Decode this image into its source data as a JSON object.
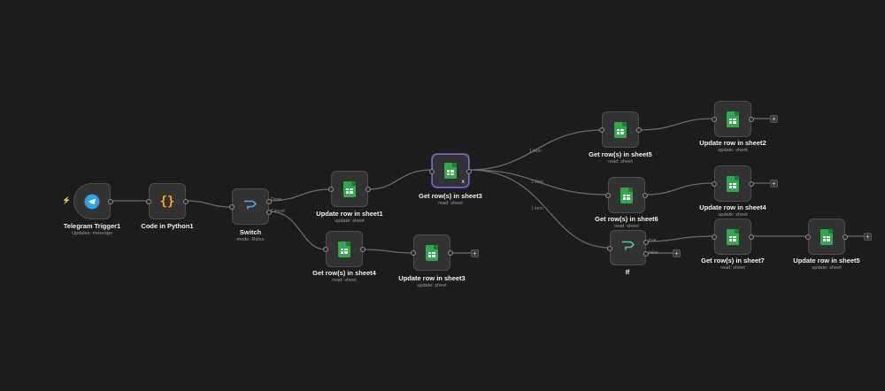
{
  "canvas": {
    "background": "#1c1c1c",
    "accent": "#2fa84f"
  },
  "nodes": {
    "telegram": {
      "title": "Telegram Trigger1",
      "sub": "Updates: message",
      "icon": "telegram-icon"
    },
    "code": {
      "title": "Code in Python1",
      "icon": "code-braces-icon"
    },
    "switch": {
      "title": "Switch",
      "sub": "mode: Rules",
      "icon": "switch-icon"
    },
    "update1": {
      "title": "Update row in sheet1",
      "sub": "update: sheet",
      "icon": "google-sheets-icon"
    },
    "get4": {
      "title": "Get row(s) in sheet4",
      "sub": "read: sheet",
      "icon": "google-sheets-icon"
    },
    "update3": {
      "title": "Update row in sheet3",
      "sub": "update: sheet",
      "icon": "google-sheets-icon"
    },
    "get3": {
      "title": "Get row(s) in sheet3",
      "sub": "read: sheet",
      "icon": "google-sheets-icon"
    },
    "get5": {
      "title": "Get row(s) in sheet5",
      "sub": "read: sheet",
      "icon": "google-sheets-icon"
    },
    "get6": {
      "title": "Get row(s) in sheet6",
      "sub": "read: sheet",
      "icon": "google-sheets-icon"
    },
    "if": {
      "title": "If",
      "icon": "if-icon"
    },
    "update2": {
      "title": "Update row in sheet2",
      "sub": "update: sheet",
      "icon": "google-sheets-icon"
    },
    "update4": {
      "title": "Update row in sheet4",
      "sub": "update: sheet",
      "icon": "google-sheets-icon"
    },
    "get7": {
      "title": "Get row(s) in sheet7",
      "sub": "read: sheet",
      "icon": "google-sheets-icon"
    },
    "update5": {
      "title": "Update row in sheet5",
      "sub": "update: sheet",
      "icon": "google-sheets-icon"
    }
  },
  "edge_labels": {
    "switch_done": "Done",
    "switch_cancel": "Cancel",
    "get3_a": "1 item",
    "get3_b": "1 item",
    "get3_c": "1 item",
    "if_true": "true",
    "if_false": "false"
  },
  "add_button": "+"
}
